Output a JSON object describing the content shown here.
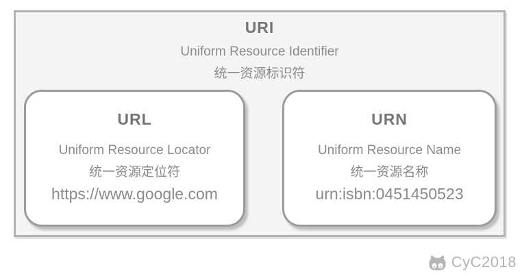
{
  "uri": {
    "title": "URI",
    "name_en": "Uniform Resource Identifier",
    "name_zh": "统一资源标识符"
  },
  "url": {
    "title": "URL",
    "name_en": "Uniform Resource Locator",
    "name_zh": "统一资源定位符",
    "example": "https://www.google.com"
  },
  "urn": {
    "title": "URN",
    "name_en": "Uniform Resource Name",
    "name_zh": "统一资源名称",
    "example": "urn:isbn:0451450523"
  },
  "watermark": {
    "icon": "cat-logo-icon",
    "label": "CyC2018"
  },
  "colors": {
    "outer_fill": "#f4f4f4",
    "outer_border": "#b3b3b3",
    "inner_fill": "#ffffff",
    "inner_border": "#9b9b9b",
    "heading_text": "#757575",
    "body_text": "#8a8a8a",
    "watermark_text": "#b3b3b3"
  }
}
